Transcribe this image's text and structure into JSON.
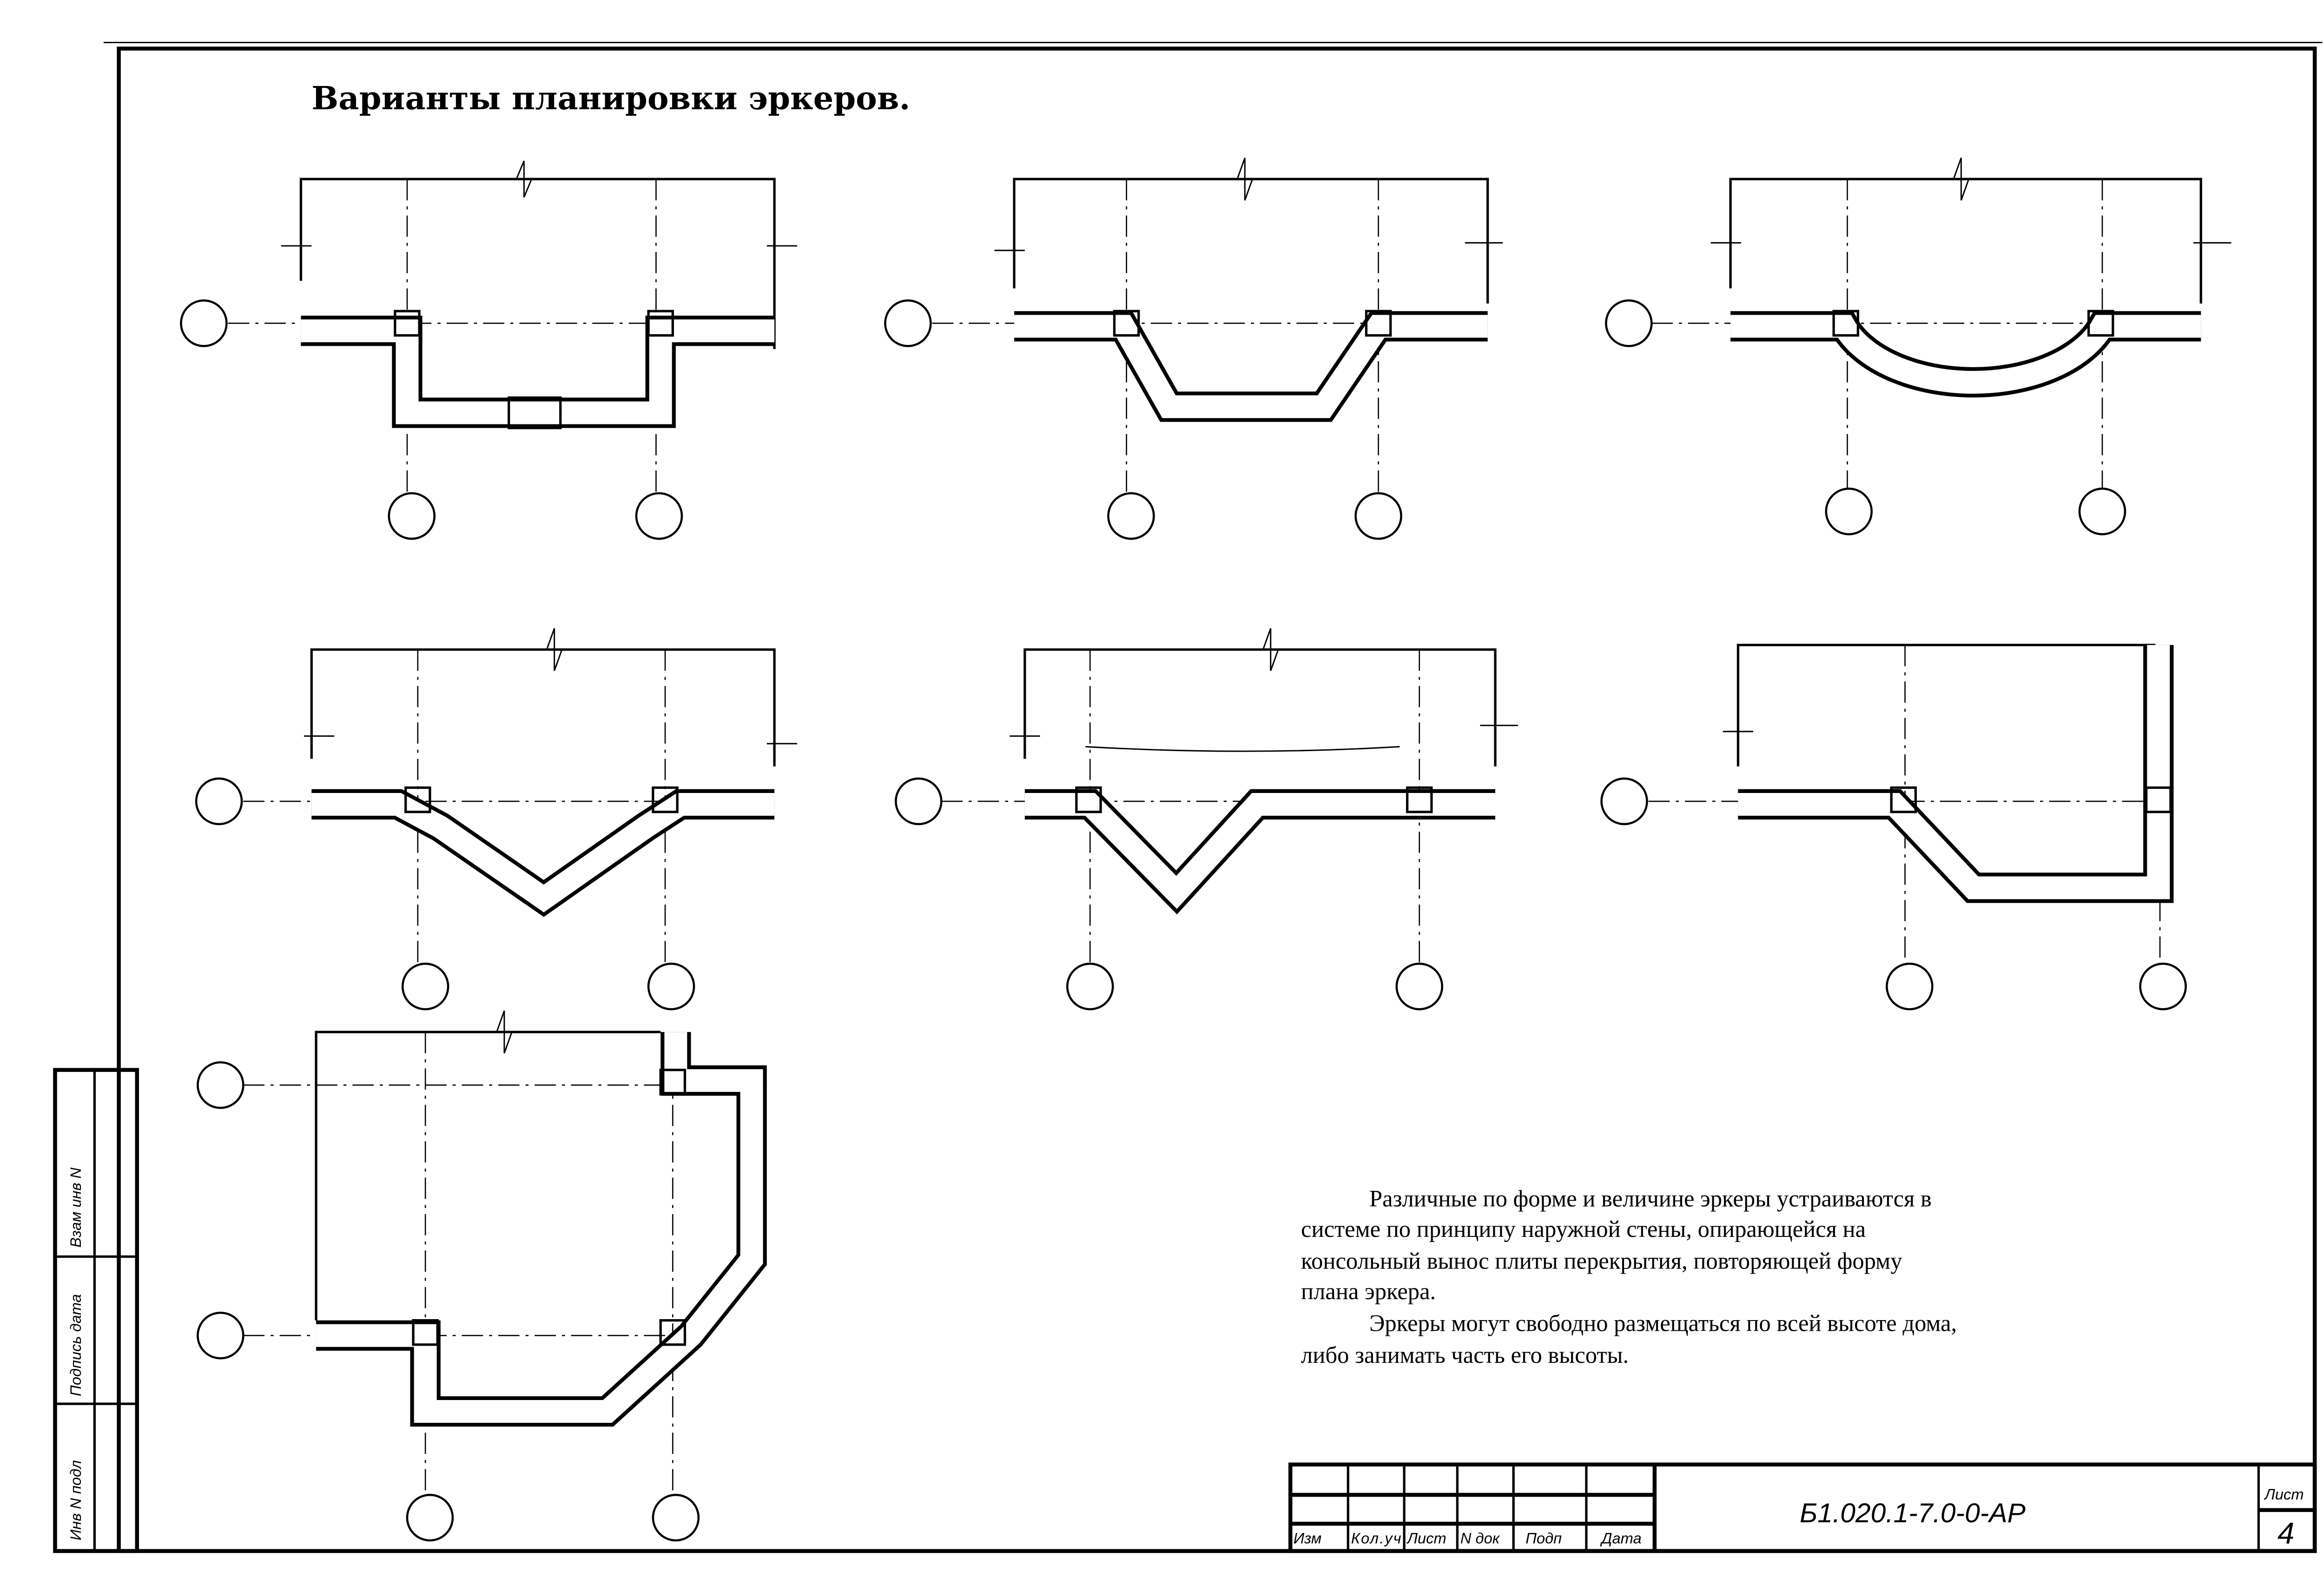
{
  "title": "Варианты планировки эркеров.",
  "description": {
    "lines": [
      "Различные по форме и величине эркеры устраиваются в",
      "системе по принципу наружной стены, опирающейся на",
      "консольный вынос плиты перекрытия, повторяющей форму",
      "плана эркера.",
      "Эркеры могут свободно размещаться по всей высоте дома,",
      "либо занимать часть его высоты."
    ]
  },
  "side_stamp": {
    "labels": [
      "Взам инв N",
      "Подпись дата",
      "Инв N подл"
    ]
  },
  "title_block": {
    "headers": [
      "Изм",
      "Кол.уч",
      "Лист",
      "N док",
      "Подп",
      "Дата"
    ],
    "document_code": "Б1.020.1-7.0-0-АР",
    "sheet_label": "Лист",
    "sheet_number": "4"
  }
}
